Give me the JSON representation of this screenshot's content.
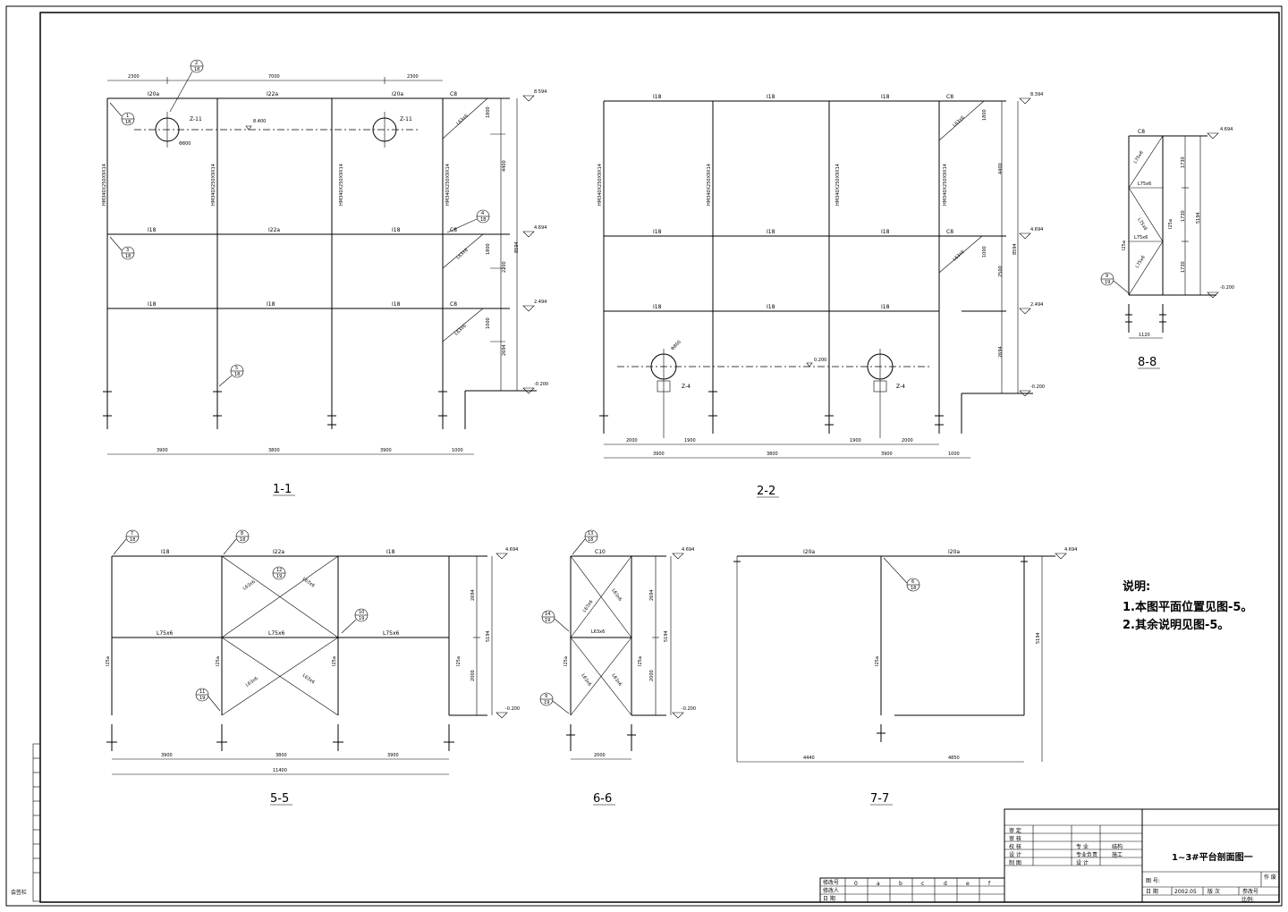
{
  "drawing": {
    "section_titles": [
      "1-1",
      "2-2",
      "8-8",
      "5-5",
      "6-6",
      "7-7"
    ],
    "notes": {
      "heading": "说明:",
      "items": [
        "1.本图平面位置见图-5。",
        "2.其余说明见图-5。"
      ]
    }
  },
  "section_1_1": {
    "top_dims": [
      "2300",
      "7000",
      "2300"
    ],
    "bottom_dims": [
      "3900",
      "3800",
      "3900",
      "1000"
    ],
    "beams_top": [
      "I20a",
      "I22a",
      "I20a",
      "C8"
    ],
    "beams_mid": [
      "I18",
      "I22a",
      "I18",
      "C8"
    ],
    "beams_low": [
      "I18",
      "I18",
      "I18",
      "C8"
    ],
    "columns": [
      "HM340X250X9X14",
      "HM340X250X9X14",
      "HM340X250X9X14",
      "HM340X250X9X14"
    ],
    "levels": [
      "8.594",
      "4.694",
      "2.494",
      "-0.200"
    ],
    "side_dims": [
      "1800",
      "4400",
      "1800",
      "2200",
      "8594",
      "1000",
      "2694"
    ],
    "equipment": [
      "Z-11",
      "Z-11"
    ],
    "elev_mark": "8.400",
    "bracing": [
      "L63x6",
      "L63x6",
      "L63x6"
    ],
    "diameter": "Φ800",
    "callouts": [
      {
        "n": "2",
        "d": "18"
      },
      {
        "n": "1",
        "d": "18"
      },
      {
        "n": "3",
        "d": "18"
      },
      {
        "n": "4",
        "d": "18"
      },
      {
        "n": "5",
        "d": "18"
      }
    ]
  },
  "section_2_2": {
    "bottom_dims": [
      "3900",
      "3800",
      "3900",
      "1000"
    ],
    "sub_dims": [
      "2000",
      "1900",
      "1900",
      "2000"
    ],
    "beams_top": [
      "I18",
      "I18",
      "I18",
      "C8"
    ],
    "beams_mid": [
      "I18",
      "I18",
      "I18",
      "C8"
    ],
    "beams_low": [
      "I18",
      "I18",
      "I18"
    ],
    "columns": [
      "HM340X250X9X14",
      "HM340X250X9X14",
      "HM340X250X9X14",
      "HM340X250X9X14"
    ],
    "levels": [
      "8.394",
      "4.694",
      "2.494",
      "-0.200"
    ],
    "side_dims": [
      "1800",
      "4400",
      "1000",
      "2500",
      "8594",
      "2694"
    ],
    "equipment": [
      "Z-4",
      "Z-4"
    ],
    "elev_mark": "0.200",
    "bracing": [
      "L63x6",
      "L63x6"
    ],
    "diameter": "Φ800"
  },
  "section_8_8": {
    "beam": "C8",
    "levels": [
      "4.694",
      "-0.200"
    ],
    "members": [
      "L75x6",
      "L75x6",
      "L75x6",
      "L75x6",
      "L75x6"
    ],
    "columns": [
      "I25a",
      "I25a"
    ],
    "side_dims": [
      "1730",
      "1730",
      "1730",
      "5194"
    ],
    "bottom_dim": "1120",
    "callout": {
      "n": "9",
      "d": "19"
    }
  },
  "section_5_5": {
    "beams_top": [
      "I18",
      "I22a",
      "I18"
    ],
    "tie": [
      "L75x6",
      "L75x6",
      "L75x6"
    ],
    "columns": [
      "I25a",
      "I25a",
      "I25a",
      "I25a"
    ],
    "bracing": [
      "L63x6",
      "L63x6",
      "L63x6",
      "L63x6"
    ],
    "levels": [
      "4.694",
      "-0.200"
    ],
    "side_dims": [
      "2694",
      "2000",
      "5194"
    ],
    "bottom_dims": [
      "3900",
      "3800",
      "3900"
    ],
    "total": "11400",
    "callouts": [
      {
        "n": "7",
        "d": "18"
      },
      {
        "n": "8",
        "d": "18"
      },
      {
        "n": "12",
        "d": "19"
      },
      {
        "n": "10",
        "d": "19"
      },
      {
        "n": "11",
        "d": "19"
      }
    ]
  },
  "section_6_6": {
    "beam": "C10",
    "tie": "L63x6",
    "columns": [
      "I25a",
      "I25a"
    ],
    "bracing": [
      "L63x6",
      "L63x6",
      "L63x6",
      "L63x6"
    ],
    "levels": [
      "4.694",
      "-0.200"
    ],
    "side_dims": [
      "2694",
      "2000",
      "5194"
    ],
    "bottom_dim": "2000",
    "callouts": [
      {
        "n": "13",
        "d": "18"
      },
      {
        "n": "14",
        "d": "19"
      },
      {
        "n": "9",
        "d": "19"
      }
    ]
  },
  "section_7_7": {
    "beams": [
      "I20a",
      "I20a"
    ],
    "column": "I25a",
    "level": "4.694",
    "side_dim": "5194",
    "bottom_dims": [
      "4440",
      "4850"
    ],
    "callout": {
      "n": "6",
      "d": "18"
    }
  },
  "title_block": {
    "drawing_title": "1~3#平台剖面图一",
    "drawing_no_label": "图 号:",
    "date_label": "日 期",
    "date": "2002.05",
    "version_label": "版 次",
    "sheet_label": "作 废",
    "ref_label": "参改号",
    "scale_label": "比例:",
    "revision_letters": [
      "0",
      "a",
      "b",
      "c",
      "d",
      "e",
      "f"
    ],
    "rev_row_labels": [
      "修改号",
      "修改人",
      "日 期"
    ],
    "sign_labels": [
      "审 定",
      "审 核",
      "校 核",
      "设 计",
      "制 图"
    ],
    "sign_labels_right": [
      "专 业",
      "专业负责",
      "设 计"
    ],
    "sign_values": [
      "结构",
      "施工"
    ],
    "left_stamp": "会签栏"
  }
}
